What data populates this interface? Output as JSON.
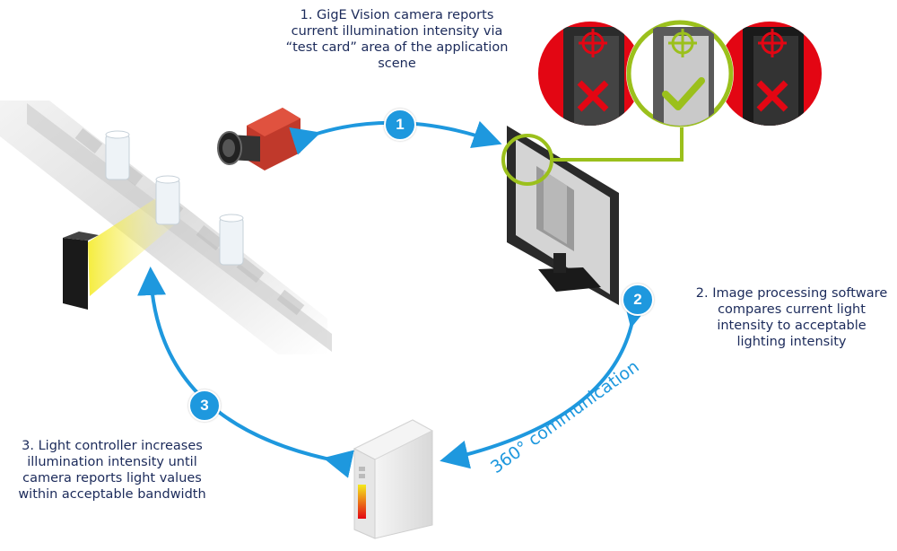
{
  "colors": {
    "accent": "#1e98de",
    "text": "#1b2a5a",
    "ok_green": "#9bc01c",
    "error_red": "#e30613",
    "light_yellow": "#f4ea1c"
  },
  "steps": [
    {
      "number": "1",
      "lines": [
        "1. GigE Vision camera reports",
        "current illumination intensity via",
        "“test card” area of the application",
        "scene"
      ]
    },
    {
      "number": "2",
      "lines": [
        "2. Image processing software",
        "compares current light",
        "intensity to acceptable",
        "lighting intensity"
      ]
    },
    {
      "number": "3",
      "lines": [
        "3. Light controller increases",
        "illumination intensity until",
        "camera reports light values",
        "within acceptable bandwidth"
      ]
    }
  ],
  "communication_label": "360° communication",
  "icons": {
    "camera": "gige-camera-icon",
    "monitor": "monitor-icon",
    "controller": "light-controller-icon",
    "light": "bar-light-icon",
    "conveyor": "conveyor-belt-icon",
    "check": "check-icon",
    "cross": "cross-icon",
    "crosshair": "crosshair-icon"
  }
}
